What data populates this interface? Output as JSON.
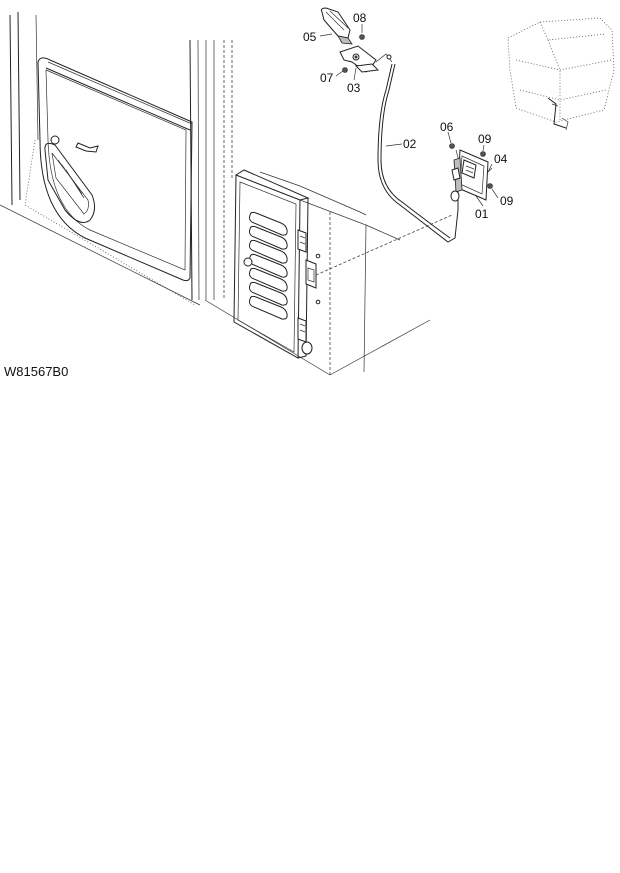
{
  "drawing": {
    "id": "W81567B0",
    "callouts": [
      {
        "key": "05",
        "text": "05"
      },
      {
        "key": "08",
        "text": "08"
      },
      {
        "key": "07",
        "text": "07"
      },
      {
        "key": "03",
        "text": "03"
      },
      {
        "key": "02",
        "text": "02"
      },
      {
        "key": "06",
        "text": "06"
      },
      {
        "key": "09a",
        "text": "09"
      },
      {
        "key": "04",
        "text": "04"
      },
      {
        "key": "01",
        "text": "01"
      },
      {
        "key": "09b",
        "text": "09"
      }
    ]
  }
}
